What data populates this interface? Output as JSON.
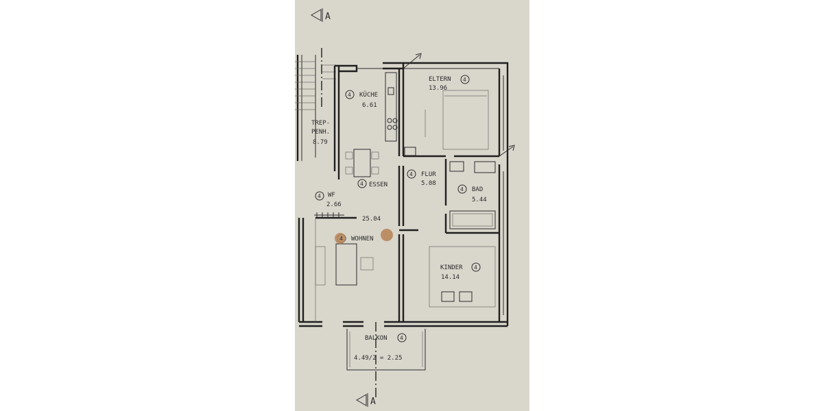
{
  "section_markers": {
    "top": "A",
    "bottom": "A"
  },
  "rooms": [
    {
      "id": "kueche",
      "number": "4",
      "name": "KÜCHE",
      "area": "6.61"
    },
    {
      "id": "treppenhaus",
      "number": "",
      "name": "TREP-\nPENH.",
      "area": "8.79"
    },
    {
      "id": "eltern",
      "number": "4",
      "name": "ELTERN",
      "area": "13.96"
    },
    {
      "id": "flur",
      "number": "4",
      "name": "FLUR",
      "area": "5.08"
    },
    {
      "id": "bad",
      "number": "4",
      "name": "BAD",
      "area": "5.44"
    },
    {
      "id": "essen",
      "number": "4",
      "name": "ESSEN",
      "area": ""
    },
    {
      "id": "wf",
      "number": "4",
      "name": "WF",
      "area": "2.66"
    },
    {
      "id": "wohnen",
      "number": "4",
      "name": "WOHNEN",
      "area": "25.04"
    },
    {
      "id": "kinder",
      "number": "4",
      "name": "KINDER",
      "area": "14.14"
    },
    {
      "id": "balkon",
      "number": "4",
      "name": "BALKON",
      "area": "4.49/2 = 2.25"
    }
  ],
  "colors": {
    "paper": "#d9d6cc",
    "ink": "#1f1f1f",
    "marker": "#b8865a"
  }
}
